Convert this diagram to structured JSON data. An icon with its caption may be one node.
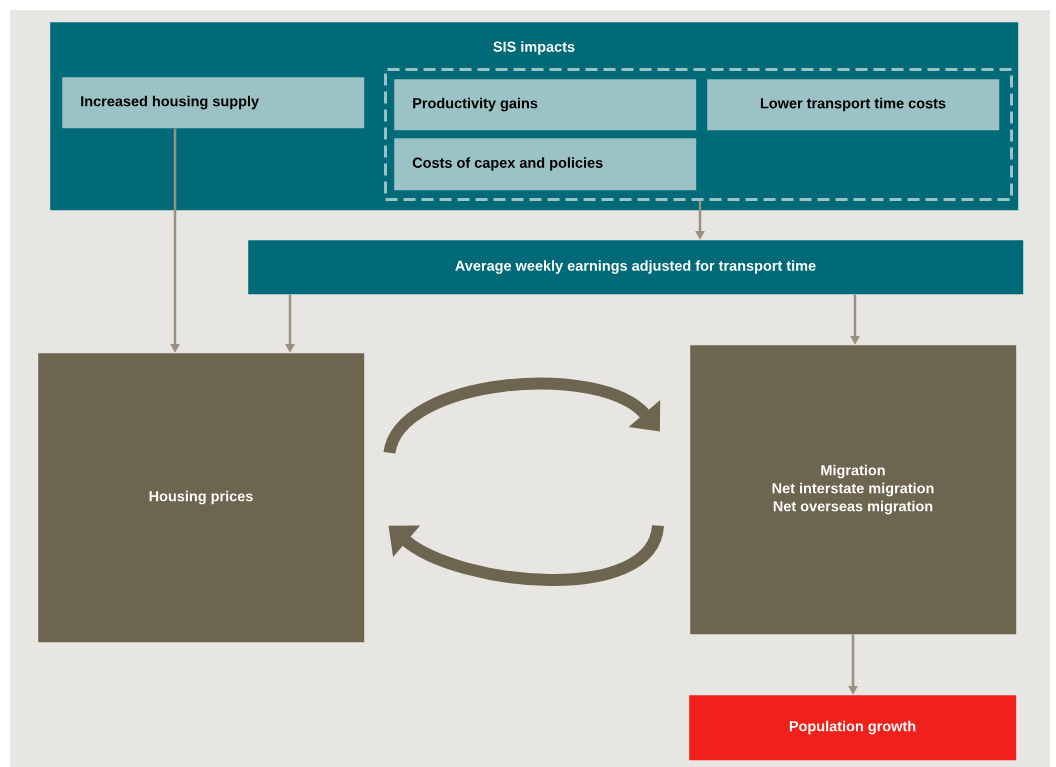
{
  "diagram": {
    "nodes": [
      {
        "text": [
          "SIS impacts"
        ]
      },
      {
        "text": [
          "Increased housing supply"
        ],
        "in": 0
      },
      {
        "text": [],
        "shape": "box",
        "in": 0
      },
      {
        "text": [
          "Productivity gains"
        ],
        "in": 2
      },
      {
        "text": [
          "Lower transport time costs"
        ],
        "in": 2
      },
      {
        "text": [
          "Costs of capex and policies"
        ],
        "in": 2
      },
      {
        "text": [
          "Average weekly earnings adjusted for transport time"
        ]
      },
      {
        "text": [
          "Housing prices"
        ]
      },
      {
        "text": [
          "Migration",
          "Net interstate migration",
          "Net overseas migration"
        ]
      },
      {
        "text": [
          "Population growth"
        ]
      }
    ],
    "edges": [
      {
        "from": 1,
        "to": 7,
        "arrow": "to"
      },
      {
        "from": 2,
        "to": 6,
        "arrow": "to"
      },
      {
        "from": 6,
        "to": 7,
        "arrow": "to"
      },
      {
        "from": 6,
        "to": 8,
        "arrow": "to"
      },
      {
        "from": 7,
        "to": 8,
        "arrow": "to",
        "style": "thick"
      },
      {
        "from": 8,
        "to": 7,
        "arrow": "to",
        "style": "thick"
      },
      {
        "from": 8,
        "to": 9,
        "arrow": "to"
      }
    ]
  }
}
